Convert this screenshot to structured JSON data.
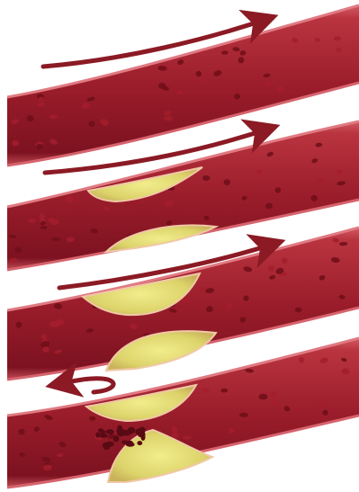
{
  "diagram": {
    "panels": [
      {
        "id": "stage-1",
        "plaque": "none",
        "flow": "forward"
      },
      {
        "id": "stage-2",
        "plaque": "moderate",
        "flow": "forward"
      },
      {
        "id": "stage-3",
        "plaque": "severe",
        "flow": "forward"
      },
      {
        "id": "stage-4",
        "plaque": "ruptured-with-clot",
        "flow": "reversed"
      }
    ],
    "colors": {
      "vessel_wall": "#b9343f",
      "vessel_lumen": "#8e1422",
      "vessel_dark": "#6e0e19",
      "blood_cell": "#a51d2d",
      "plaque_fill": "#e8e07a",
      "plaque_rim": "#f2c9a8",
      "clot": "#5a0a14",
      "arrow": "#8b1a24"
    },
    "icons": [
      "flow-arrow-icon",
      "reverse-flow-arrow-icon"
    ]
  }
}
